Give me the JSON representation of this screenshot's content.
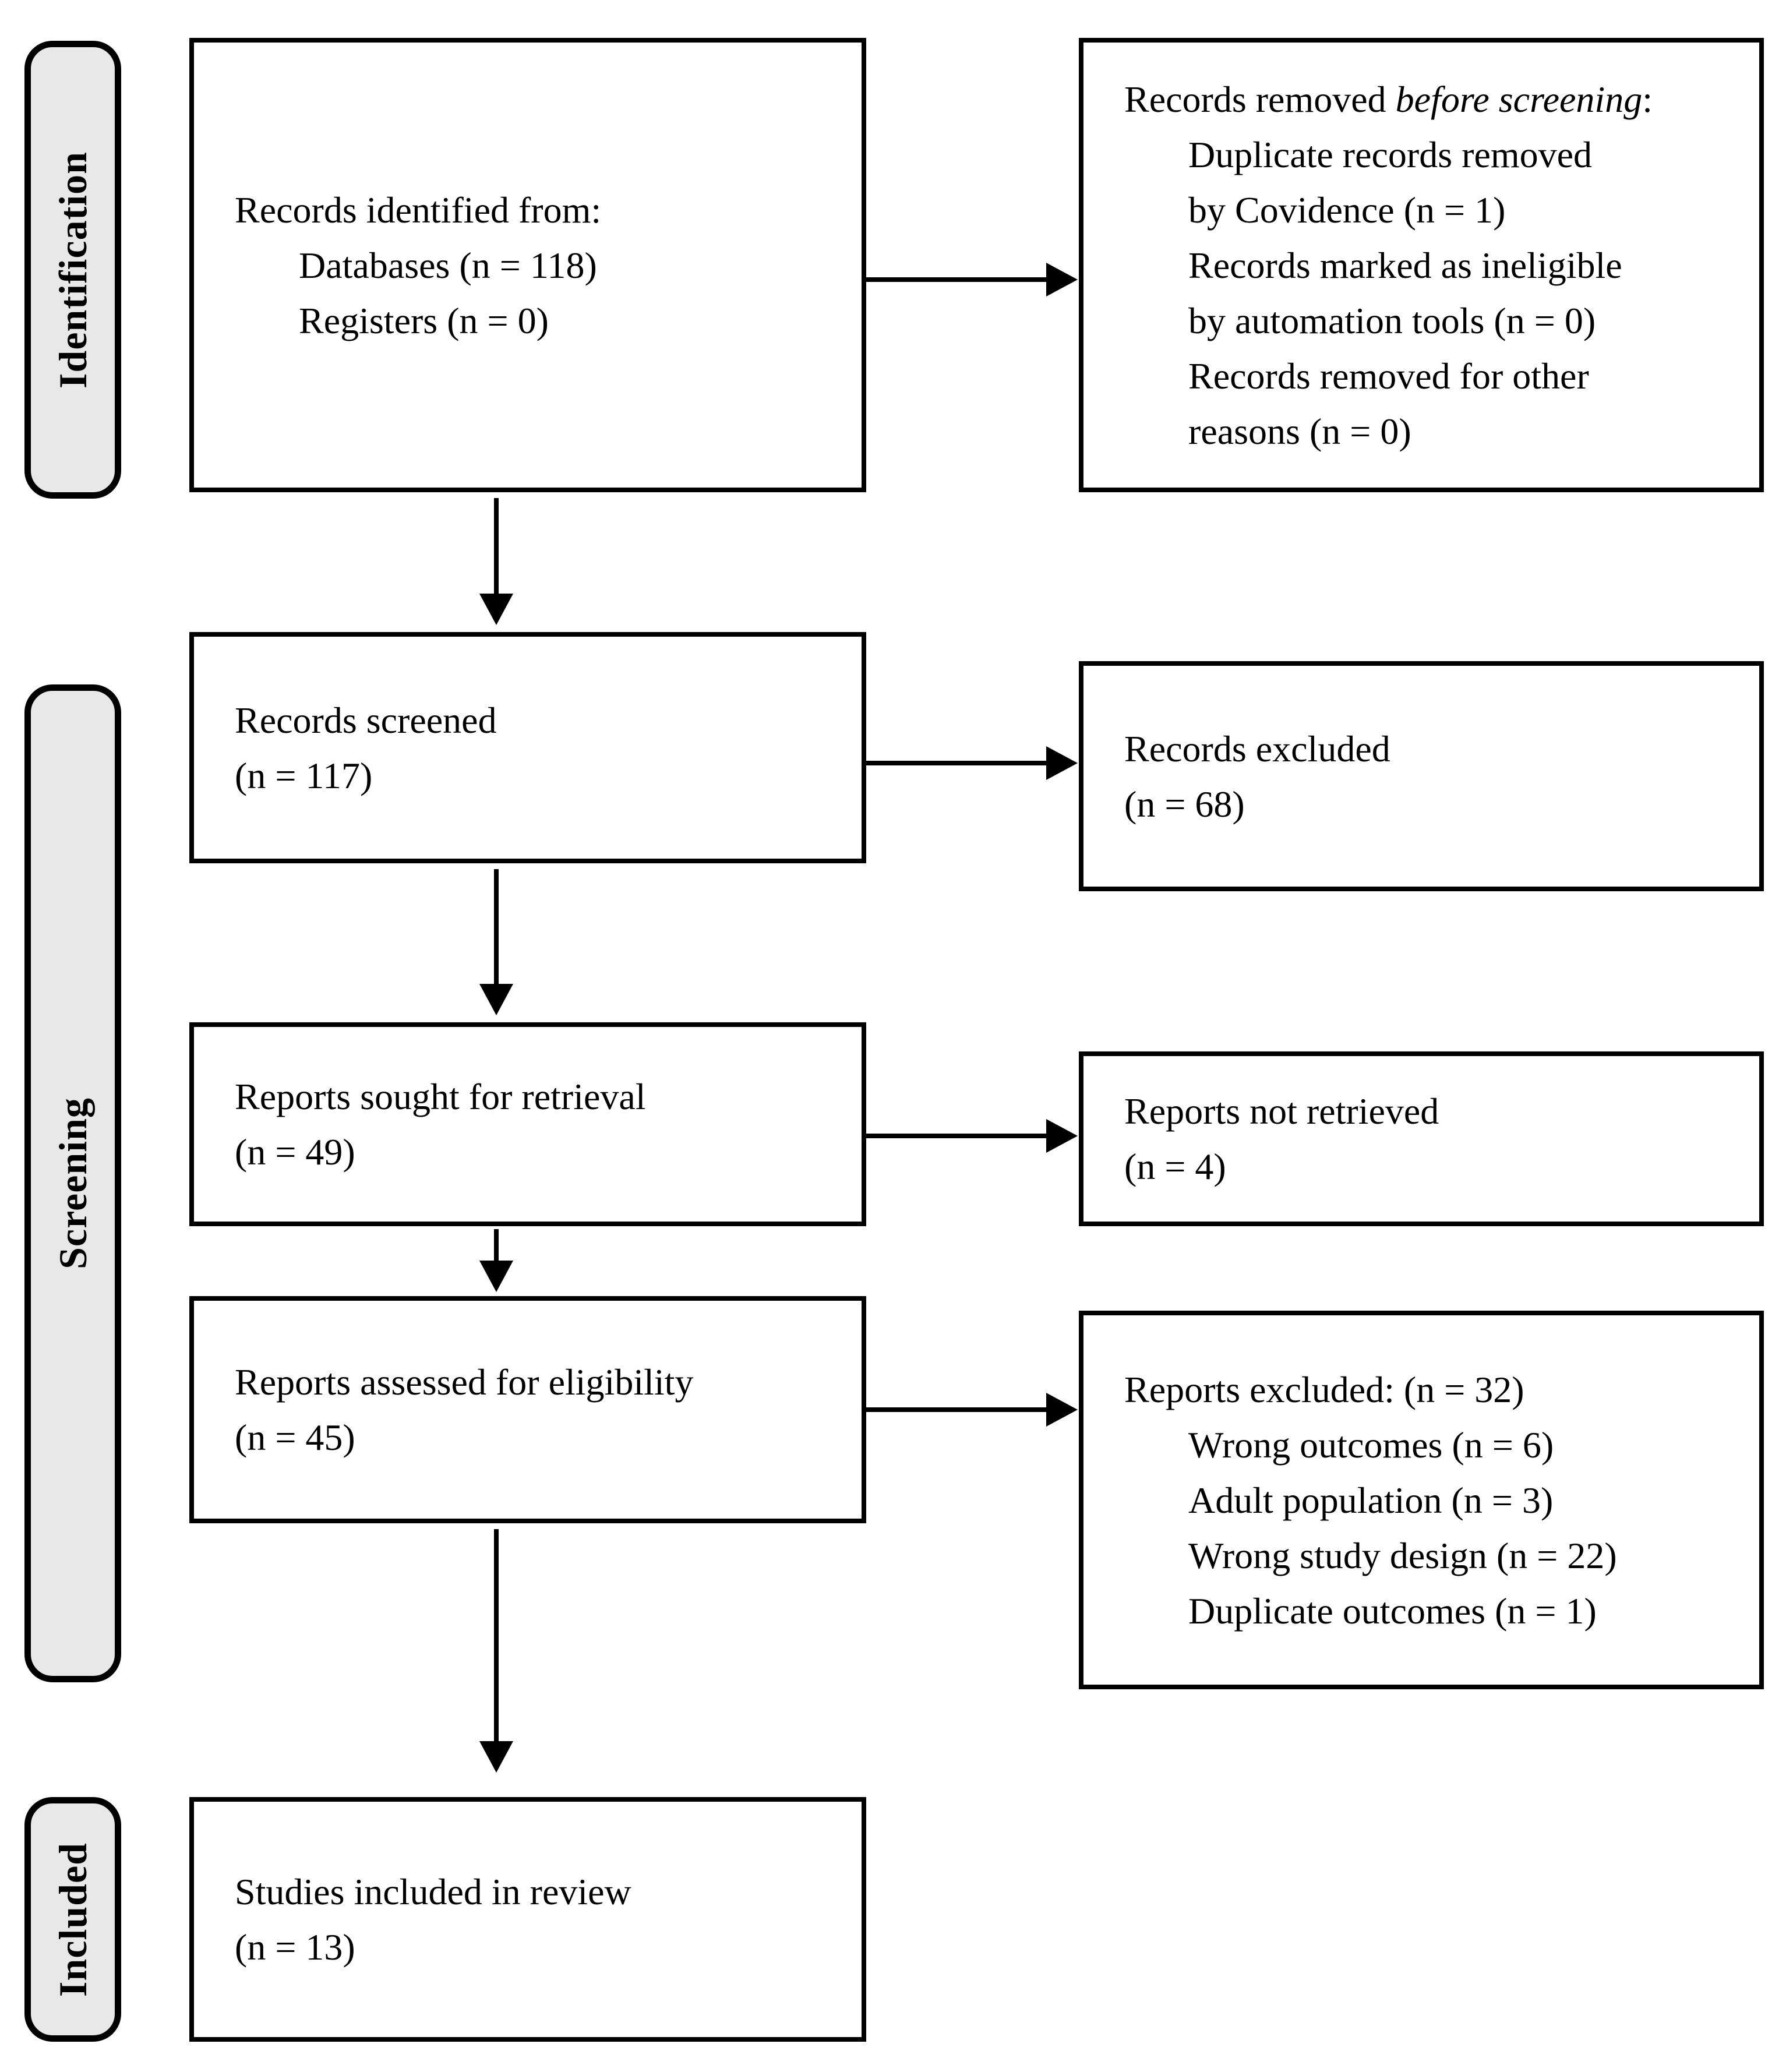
{
  "sidebar": {
    "identification": "Identification",
    "screening": "Screening",
    "included": "Included"
  },
  "boxes": {
    "records_identified": {
      "line1": "Records identified from:",
      "line2": "Databases (n = 118)",
      "line3": "Registers (n = 0)"
    },
    "records_removed": {
      "line1_prefix": "Records removed ",
      "line1_italic": "before screening",
      "line1_suffix": ":",
      "line2": "Duplicate records removed",
      "line3": "by Covidence (n = 1)",
      "line4": "Records marked as ineligible",
      "line5": "by automation tools (n = 0)",
      "line6": "Records removed for other",
      "line7": "reasons (n = 0)"
    },
    "records_screened": {
      "line1": "Records screened",
      "line2": "(n = 117)"
    },
    "records_excluded": {
      "line1": "Records excluded",
      "line2": "(n = 68)"
    },
    "reports_sought": {
      "line1": "Reports sought for retrieval",
      "line2": "(n = 49)"
    },
    "reports_not_retrieved": {
      "line1": "Reports not retrieved",
      "line2": "(n = 4)"
    },
    "reports_assessed": {
      "line1": "Reports assessed for eligibility",
      "line2": "(n = 45)"
    },
    "reports_excluded": {
      "line1": "Reports excluded: (n = 32)",
      "line2": "Wrong outcomes (n = 6)",
      "line3": "Adult population (n = 3)",
      "line4": "Wrong study design (n = 22)",
      "line5": "Duplicate outcomes (n = 1)"
    },
    "studies_included": {
      "line1": "Studies included in review",
      "line2": "(n = 13)"
    }
  },
  "colors": {
    "sidebar_fill": "#e8e8e8",
    "border": "#000000",
    "background": "#ffffff"
  }
}
